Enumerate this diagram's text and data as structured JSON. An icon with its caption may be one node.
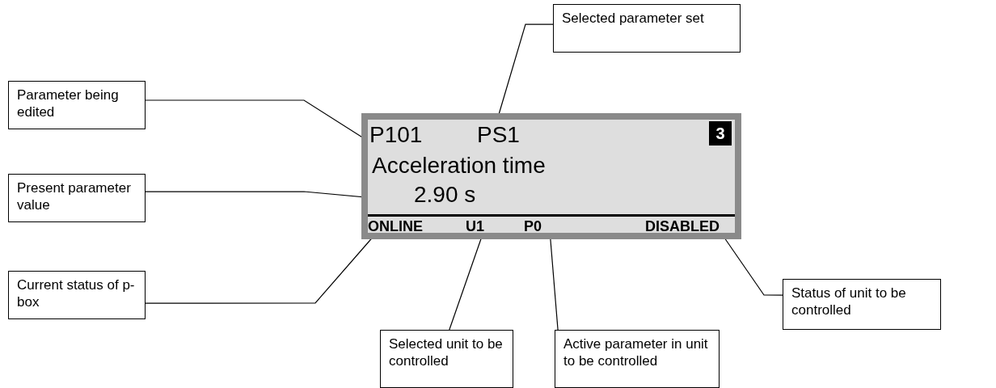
{
  "diagram": {
    "nodes": [
      {
        "text": [
          "Selected parameter set"
        ]
      },
      {
        "text": [
          "Parameter being edited"
        ]
      },
      {
        "text": [],
        "shape": "box"
      },
      {
        "text": [
          "P101"
        ],
        "in": 2
      },
      {
        "text": [
          "PS1"
        ],
        "in": 2
      },
      {
        "text": [
          "3"
        ],
        "in": 2
      },
      {
        "text": [
          "2.90 s"
        ],
        "in": 2
      },
      {
        "text": [
          "ONLINE"
        ],
        "in": 2
      },
      {
        "text": [
          "U1"
        ],
        "in": 2
      },
      {
        "text": [
          "P0"
        ],
        "in": 2
      },
      {
        "text": [
          "DISABLED"
        ],
        "in": 2
      },
      {
        "text": [
          "Present parameter value"
        ]
      },
      {
        "text": [
          "Current status of p-box"
        ]
      },
      {
        "text": [
          "Status of unit to be controlled"
        ]
      },
      {
        "text": [
          "Selected unit to be controlled"
        ]
      },
      {
        "text": [
          "Active parameter in unit to be controlled"
        ]
      }
    ],
    "edges": [
      {
        "from": 0,
        "to": 4,
        "arrow": "none"
      },
      {
        "from": 1,
        "to": 3,
        "arrow": "none"
      },
      {
        "from": 11,
        "to": 6,
        "arrow": "none"
      },
      {
        "from": 12,
        "to": 7,
        "arrow": "none"
      },
      {
        "from": 14,
        "to": 8,
        "arrow": "none"
      },
      {
        "from": 15,
        "to": 9,
        "arrow": "none"
      },
      {
        "from": 13,
        "to": 10,
        "arrow": "none"
      }
    ],
    "labels": [
      "Acceleration time"
    ]
  }
}
